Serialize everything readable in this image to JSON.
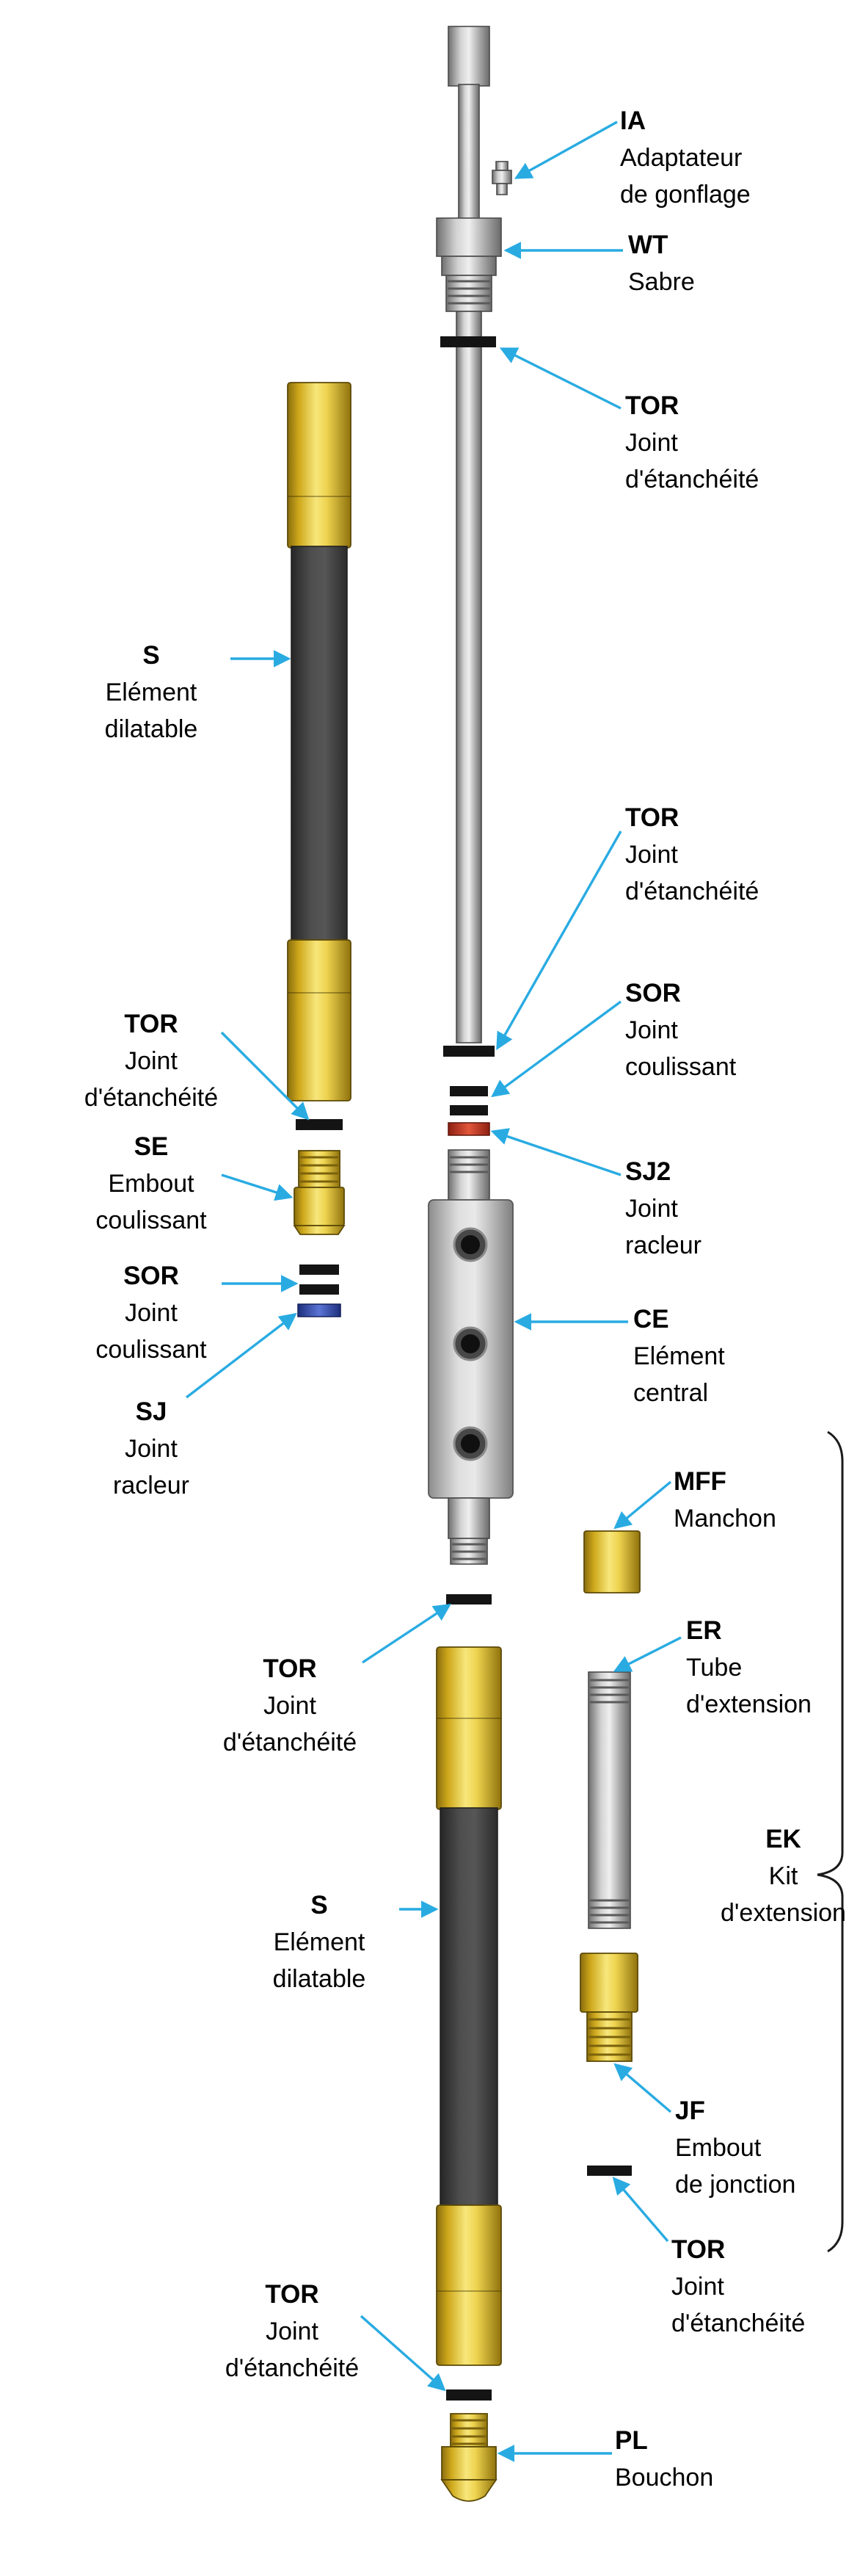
{
  "colors": {
    "leader": "#29abe2",
    "yellow": "#e9c94a",
    "steel_gray": "#c9c9c9",
    "dark_sleeve": "#4a4a4a",
    "seal_band": "#141414",
    "sj_blue": "#3a56c4",
    "sj2_red": "#c0392b"
  },
  "labels": {
    "ia": {
      "code": "IA",
      "lines": [
        "Adaptateur",
        "de gonflage"
      ]
    },
    "wt": {
      "code": "WT",
      "lines": [
        "Sabre"
      ]
    },
    "tor_top": {
      "code": "TOR",
      "lines": [
        "Joint",
        "d'étanchéité"
      ]
    },
    "s_upper": {
      "code": "S",
      "lines": [
        "Elément",
        "dilatable"
      ]
    },
    "tor_upper_left": {
      "code": "TOR",
      "lines": [
        "Joint",
        "d'étanchéité"
      ]
    },
    "se": {
      "code": "SE",
      "lines": [
        "Embout",
        "coulissant"
      ]
    },
    "sor_left": {
      "code": "SOR",
      "lines": [
        "Joint",
        "coulissant"
      ]
    },
    "sj": {
      "code": "SJ",
      "lines": [
        "Joint",
        "racleur"
      ]
    },
    "tor_mid": {
      "code": "TOR",
      "lines": [
        "Joint",
        "d'étanchéité"
      ]
    },
    "sor_mid": {
      "code": "SOR",
      "lines": [
        "Joint",
        "coulissant"
      ]
    },
    "sj2": {
      "code": "SJ2",
      "lines": [
        "Joint",
        "racleur"
      ]
    },
    "ce": {
      "code": "CE",
      "lines": [
        "Elément",
        "central"
      ]
    },
    "mff": {
      "code": "MFF",
      "lines": [
        "Manchon"
      ]
    },
    "tor_center": {
      "code": "TOR",
      "lines": [
        "Joint",
        "d'étanchéité"
      ]
    },
    "er": {
      "code": "ER",
      "lines": [
        "Tube",
        "d'extension"
      ]
    },
    "ek": {
      "code": "EK",
      "lines": [
        "Kit",
        "d'extension"
      ]
    },
    "jf": {
      "code": "JF",
      "lines": [
        "Embout",
        "de jonction"
      ]
    },
    "tor_lower_right": {
      "code": "TOR",
      "lines": [
        "Joint",
        "d'étanchéité"
      ]
    },
    "s_lower": {
      "code": "S",
      "lines": [
        "Elément",
        "dilatable"
      ]
    },
    "tor_bottom": {
      "code": "TOR",
      "lines": [
        "Joint",
        "d'étanchéité"
      ]
    },
    "pl": {
      "code": "PL",
      "lines": [
        "Bouchon"
      ]
    }
  }
}
